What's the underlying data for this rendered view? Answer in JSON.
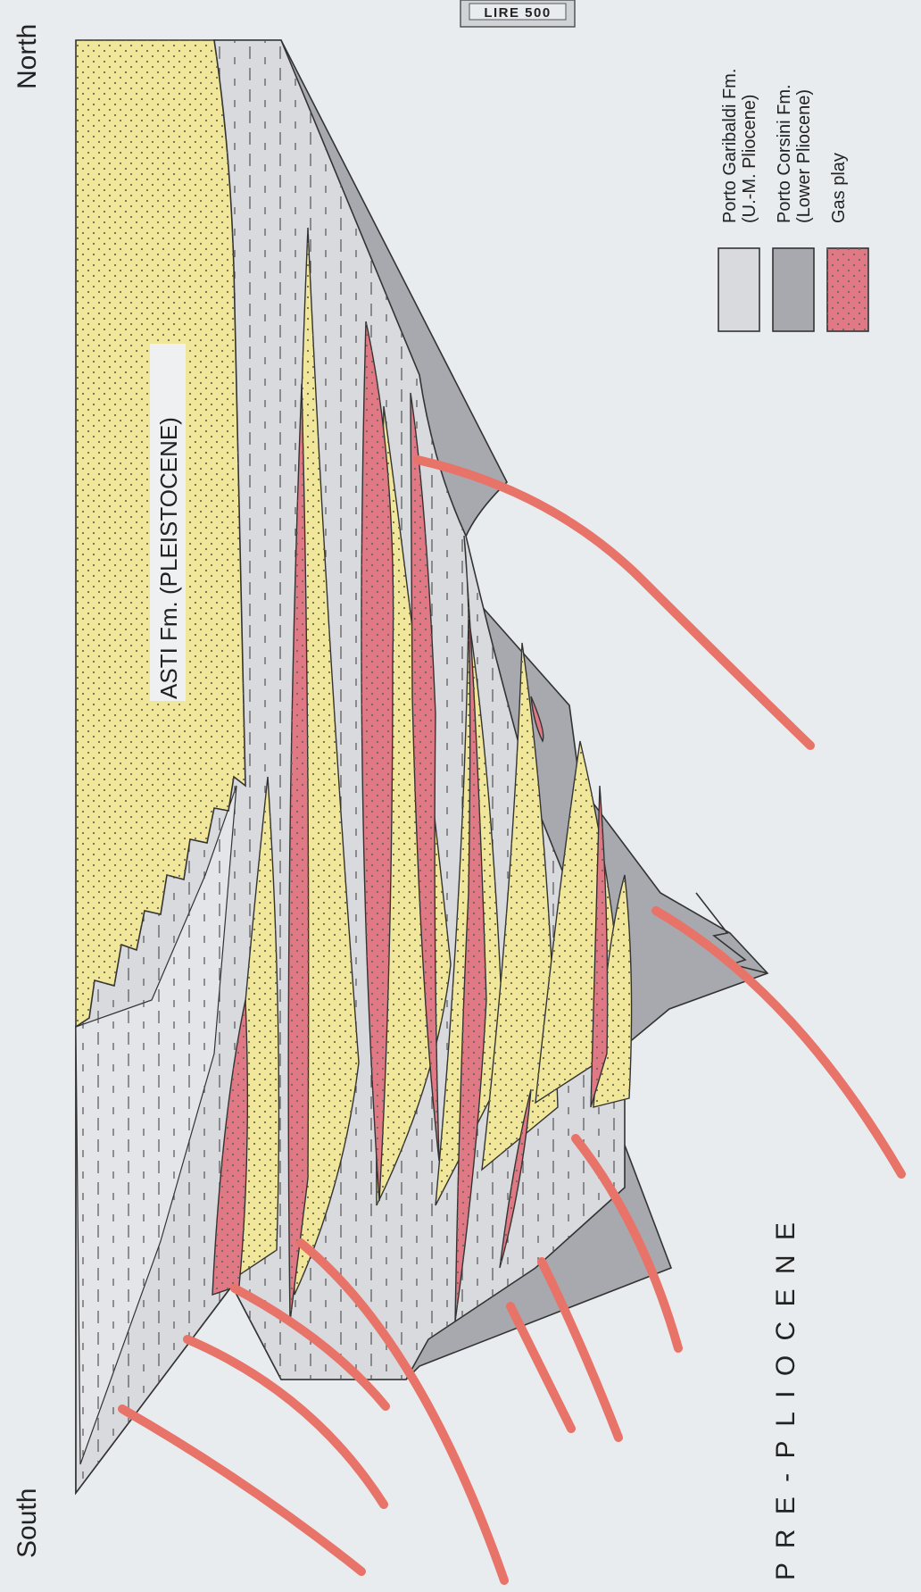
{
  "orientation": {
    "top": "North",
    "bottom": "South"
  },
  "formations": {
    "asti": "ASTI Fm. (PLEISTOCENE)",
    "pre_pliocene": "P R E - P L I O C E N E"
  },
  "stamp": "LIRE 500",
  "legend": {
    "items": [
      {
        "line1": "Porto Garibaldi Fm.",
        "line2": "(U.-M. Pliocene)",
        "color": "#d9dade"
      },
      {
        "line1": "Porto Corsini Fm.",
        "line2": "(Lower Pliocene)",
        "color": "#a8a9ae"
      },
      {
        "line1": "Gas play",
        "line2": "",
        "color": "#e07985"
      }
    ]
  },
  "colors": {
    "background": "#e9ecef",
    "sand_yellow": "#f1e79a",
    "gas_pink": "#e07985",
    "fault_red": "#e87368",
    "light_grey": "#d9dade",
    "dark_grey": "#a8a9ae"
  }
}
